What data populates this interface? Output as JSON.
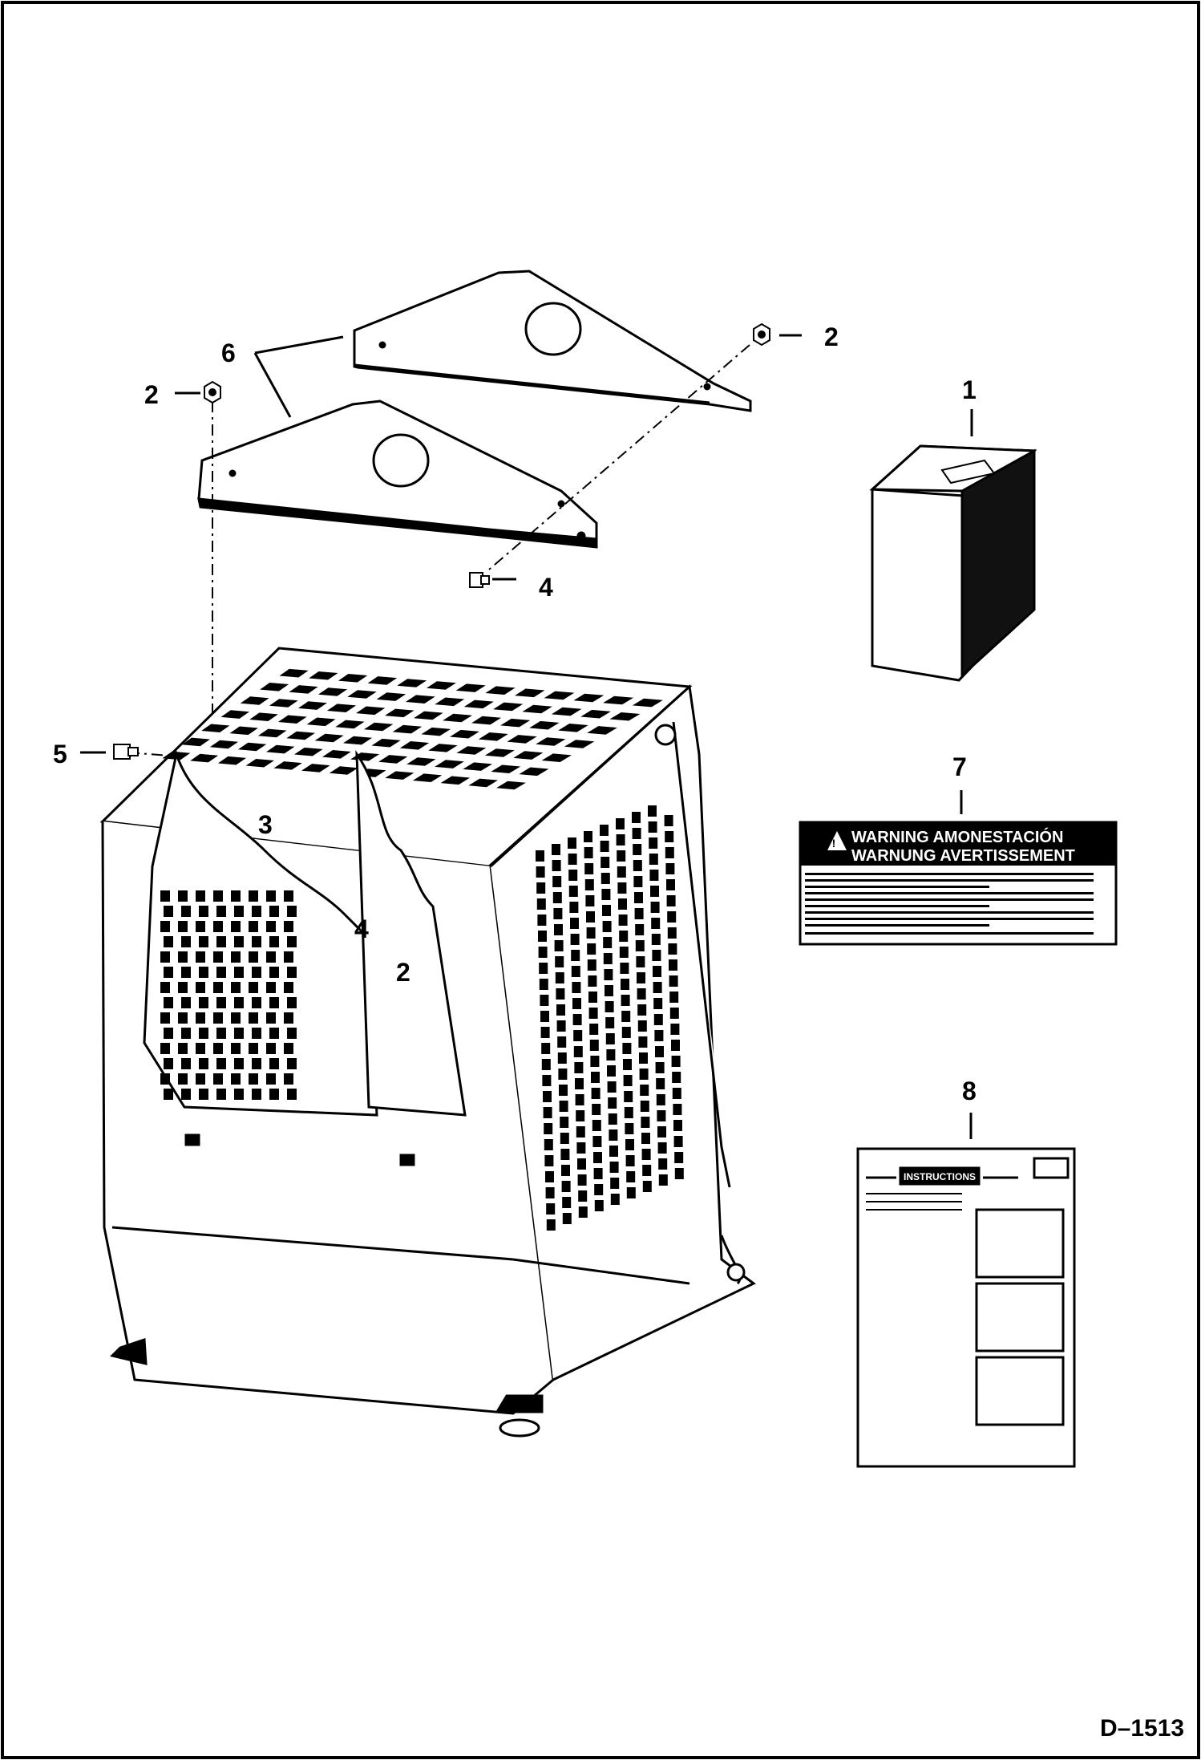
{
  "diagram": {
    "drawing_number": "D–1513",
    "callouts": [
      {
        "id": "c1",
        "label": "1"
      },
      {
        "id": "c2a",
        "label": "2"
      },
      {
        "id": "c2b",
        "label": "2"
      },
      {
        "id": "c2c",
        "label": "2"
      },
      {
        "id": "c3",
        "label": "3"
      },
      {
        "id": "c4a",
        "label": "4"
      },
      {
        "id": "c4b",
        "label": "4"
      },
      {
        "id": "c5",
        "label": "5"
      },
      {
        "id": "c6",
        "label": "6"
      },
      {
        "id": "c7",
        "label": "7"
      },
      {
        "id": "c8",
        "label": "8"
      }
    ],
    "warning_decal": {
      "line1": "WARNING AMONESTACIÓN",
      "line2": "WARNUNG AVERTISSEMENT"
    },
    "instructions_decal": {
      "title": "INSTRUCTIONS"
    }
  }
}
